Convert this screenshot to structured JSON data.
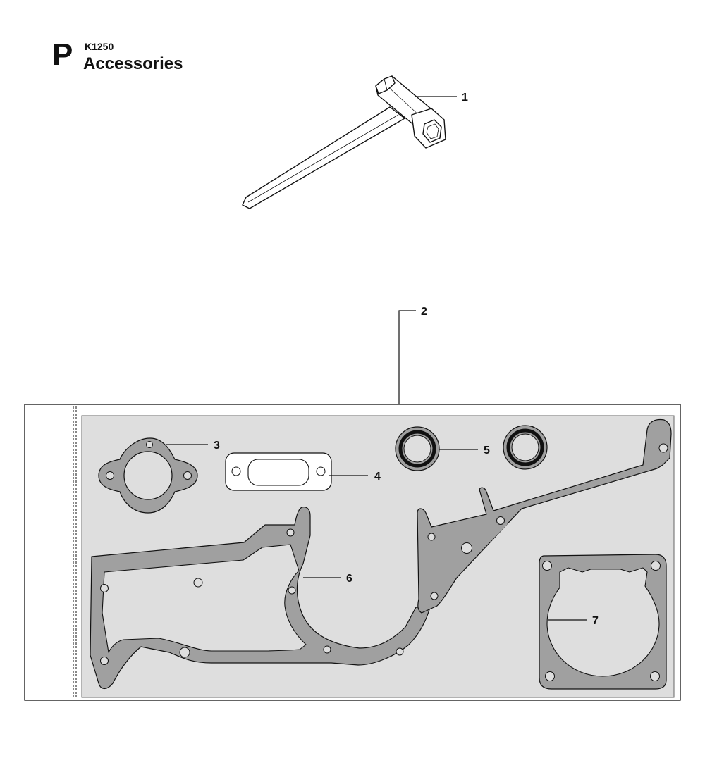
{
  "header": {
    "section_letter": "P",
    "model": "K1250",
    "title": "Accessories"
  },
  "callouts": [
    "1",
    "2",
    "3",
    "4",
    "5",
    "6",
    "7"
  ],
  "colors": {
    "gasket_fill": "#a0a0a0",
    "panel_fill": "#dedede",
    "line": "#111111"
  }
}
